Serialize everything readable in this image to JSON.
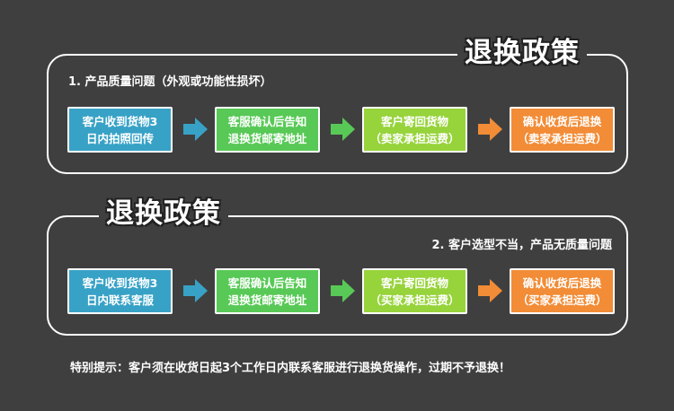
{
  "colors": {
    "background": "#3f3f3f",
    "step1": "#38a2c6",
    "step2": "#58c956",
    "step3": "#97d33b",
    "step4": "#f28c36",
    "arrow1": "#38a2c6",
    "arrow2": "#58c956",
    "arrow3": "#f28c36"
  },
  "section1": {
    "title": "退换政策",
    "subtitle": "1. 产品质量问题（外观或功能性损坏）",
    "steps": [
      {
        "label": "客户收到货物3\n日内拍照回传"
      },
      {
        "label": "客服确认后告知\n退换货邮寄地址"
      },
      {
        "label": "客户寄回货物\n（卖家承担运费）"
      },
      {
        "label": "确认收货后退换\n（卖家承担运费）"
      }
    ]
  },
  "section2": {
    "title": "退换政策",
    "subtitle": "2. 客户选型不当，产品无质量问题",
    "steps": [
      {
        "label": "客户收到货物3\n日内联系客服"
      },
      {
        "label": "客服确认后告知\n退换货邮寄地址"
      },
      {
        "label": "客户寄回货物\n（买家承担运费）"
      },
      {
        "label": "确认收货后退换\n（买家承担运费）"
      }
    ]
  },
  "footer": {
    "note": "特别提示：客户须在收货日起3个工作日内联系客服进行退换货操作，过期不予退换！"
  }
}
